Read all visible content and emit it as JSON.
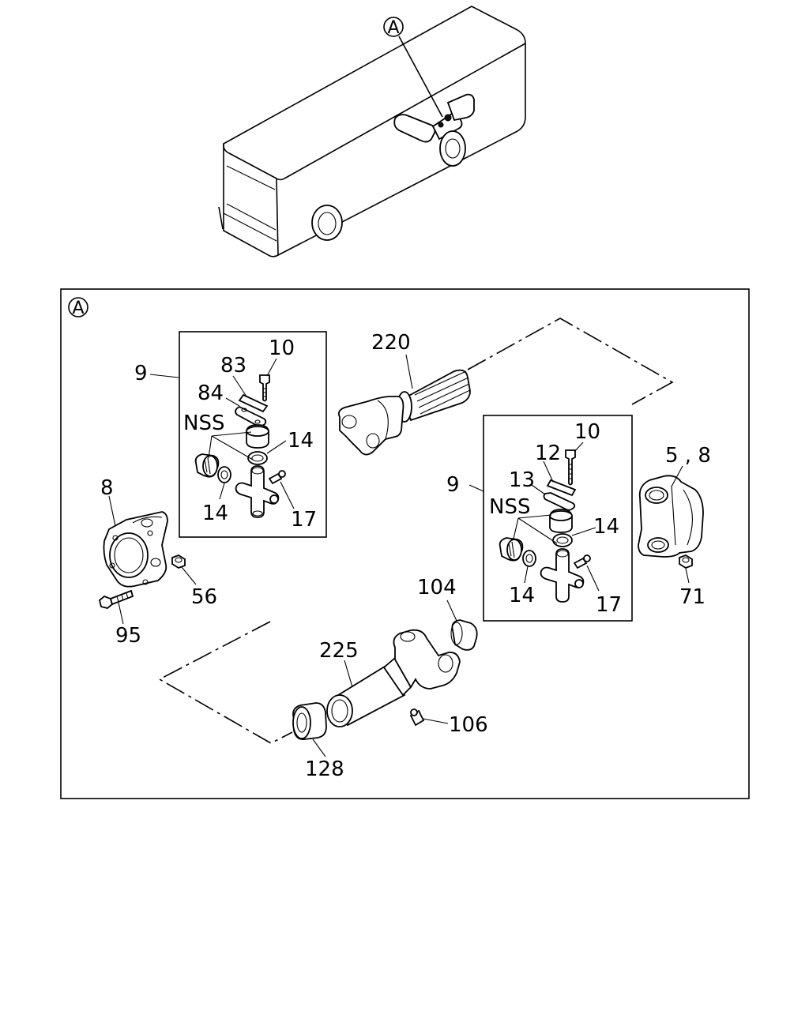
{
  "overview_callout": "A",
  "detail_callout": "A",
  "labels": {
    "l9_left": "9",
    "l83": "83",
    "l10_left": "10",
    "l84": "84",
    "nss_left": "NSS",
    "l14_left_a": "14",
    "l14_left_b": "14",
    "l17_left": "17",
    "l220": "220",
    "l8": "8",
    "l56": "56",
    "l95": "95",
    "l9_right": "9",
    "l10_right": "10",
    "l12": "12",
    "l13": "13",
    "nss_right": "NSS",
    "l14_right_a": "14",
    "l14_right_b": "14",
    "l17_right": "17",
    "l5_8": "5 , 8",
    "l71": "71",
    "l104": "104",
    "l225": "225",
    "l106": "106",
    "l128": "128"
  }
}
